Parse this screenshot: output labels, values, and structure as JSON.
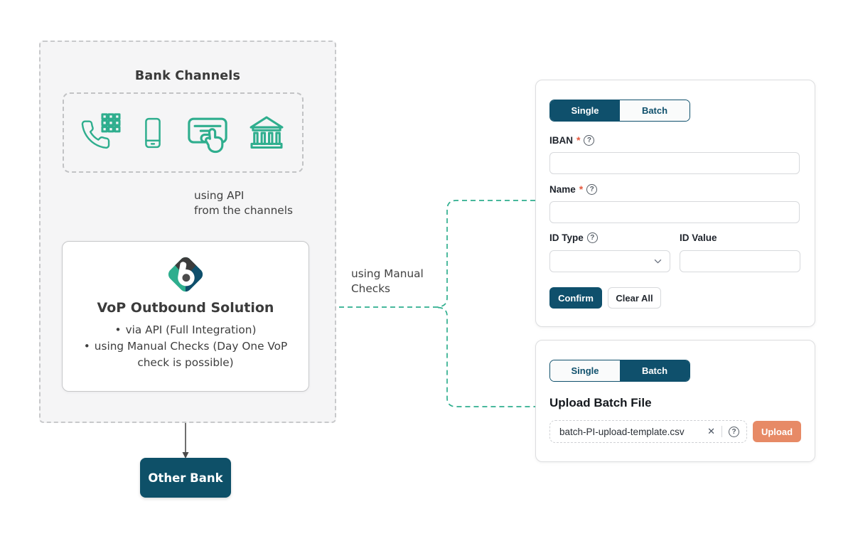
{
  "colors": {
    "accent_green": "#2FAE8E",
    "navy": "#0F506C",
    "salmon": "#E78A66"
  },
  "diagram": {
    "channels": {
      "title": "Bank Channels",
      "icons": [
        "phone-keypad-icon",
        "mobile-phone-icon",
        "online-banking-click-icon",
        "bank-branch-icon"
      ]
    },
    "api_label": {
      "line1": "using API",
      "line2": "from the channels"
    },
    "vop": {
      "title": "VoP Outbound Solution",
      "bullet_marker": "•",
      "bullets": [
        "via API (Full Integration)",
        "using Manual Checks (Day One VoP check is possible)"
      ]
    },
    "manual_label": {
      "line1": "using Manual",
      "line2": "Checks"
    },
    "other_bank": "Other Bank"
  },
  "single_form": {
    "active_tab": "Single",
    "tabs": {
      "single": "Single",
      "batch": "Batch"
    },
    "iban": {
      "label": "IBAN",
      "required": "*",
      "value": ""
    },
    "name": {
      "label": "Name",
      "required": "*",
      "value": ""
    },
    "id_type": {
      "label": "ID Type",
      "value": ""
    },
    "id_value": {
      "label": "ID Value",
      "value": ""
    },
    "confirm": "Confirm",
    "clear_all": "Clear All",
    "help_glyph": "?"
  },
  "batch_form": {
    "active_tab": "Batch",
    "tabs": {
      "single": "Single",
      "batch": "Batch"
    },
    "heading": "Upload Batch File",
    "file_name": "batch-PI-upload-template.csv",
    "remove_glyph": "✕",
    "help_glyph": "?",
    "upload": "Upload"
  }
}
